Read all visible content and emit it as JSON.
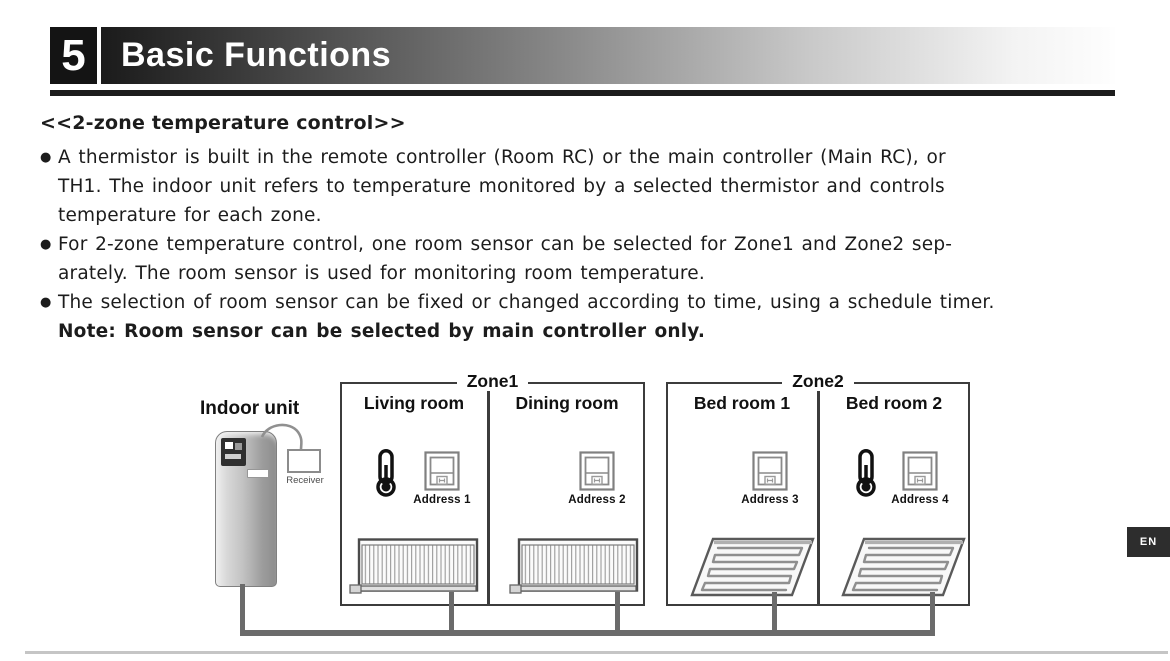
{
  "header": {
    "section_number": "5",
    "section_title": "Basic Functions"
  },
  "article": {
    "heading": "<<2-zone temperature control>>",
    "bullet_glyph": "●",
    "bullets": [
      "A thermistor is built in the remote controller (Room RC) or the main controller (Main RC), or\nTH1. The indoor unit refers to temperature monitored by a selected thermistor and controls\ntemperature for each zone.",
      "For 2-zone temperature control, one room sensor can be selected for Zone1 and Zone2 sep-\narately. The room sensor is used for monitoring room temperature.",
      "The selection of room sensor can be fixed or changed according to time, using a schedule timer."
    ],
    "note": "Note: Room sensor can be selected by main controller only."
  },
  "diagram": {
    "indoor_unit_label": "Indoor unit",
    "receiver_label": "Receiver",
    "zone1": {
      "label": "Zone1",
      "rooms": [
        {
          "name": "Living room",
          "address": "Address 1",
          "has_room_sensor": true,
          "emitter": "radiator"
        },
        {
          "name": "Dining room",
          "address": "Address 2",
          "has_room_sensor": false,
          "emitter": "radiator"
        }
      ]
    },
    "zone2": {
      "label": "Zone2",
      "rooms": [
        {
          "name": "Bed room 1",
          "address": "Address 3",
          "has_room_sensor": false,
          "emitter": "floor-heating"
        },
        {
          "name": "Bed room 2",
          "address": "Address 4",
          "has_room_sensor": true,
          "emitter": "floor-heating"
        }
      ]
    },
    "icons": {
      "thermometer": "room-sensor-thermometer",
      "controller": "remote-controller-address-unit",
      "radiator": "radiator-heat-emitter",
      "floor_panel": "floor-heating-panel"
    }
  },
  "page_badge": {
    "language": "EN"
  },
  "colors": {
    "header_bar_dark": "#1b1b1b",
    "header_rule": "#1d1d1d",
    "zone_box_border": "#3c3c3c",
    "cable": "#6b6b6b",
    "footer_line": "#c5c5c5",
    "badge_bg": "#2d2d2d"
  }
}
